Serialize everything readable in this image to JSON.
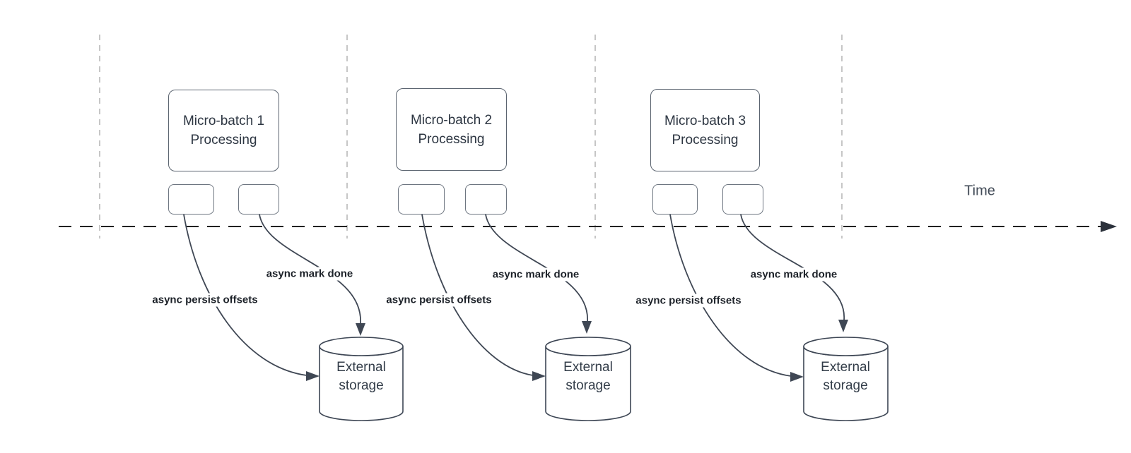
{
  "time_axis": {
    "label": "Time"
  },
  "groups": [
    {
      "title_line1": "Micro-batch 1",
      "title_line2": "Processing",
      "persist_label": "async persist offsets",
      "mark_done_label": "async mark done",
      "storage_line1": "External",
      "storage_line2": "storage"
    },
    {
      "title_line1": "Micro-batch 2",
      "title_line2": "Processing",
      "persist_label": "async persist offsets",
      "mark_done_label": "async mark done",
      "storage_line1": "External",
      "storage_line2": "storage"
    },
    {
      "title_line1": "Micro-batch 3",
      "title_line2": "Processing",
      "persist_label": "async persist offsets",
      "mark_done_label": "async mark done",
      "storage_line1": "External",
      "storage_line2": "storage"
    }
  ],
  "colors": {
    "background": "#ffffff",
    "axis_line": "#212121",
    "guide_line": "#b4b4b4",
    "shape_stroke": "#5b6470",
    "arrow_stroke": "#3f4754",
    "box_text": "#2d3642",
    "label_text": "#1c2128",
    "time_text": "#434c58"
  }
}
